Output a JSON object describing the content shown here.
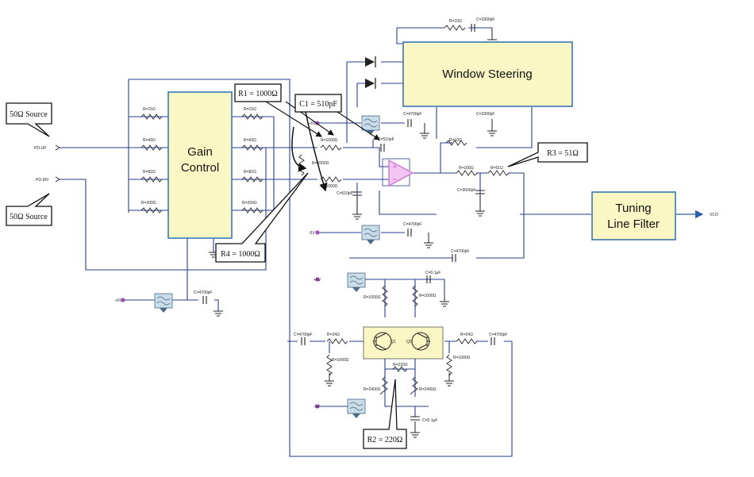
{
  "blocks": {
    "gain_control": [
      "Gain",
      "Control"
    ],
    "window_steering": "Window Steering",
    "tuning_line_filter": [
      "Tuning",
      "Line Filter"
    ]
  },
  "callouts": {
    "source_top": "50Ω Source",
    "source_bottom": "50Ω Source",
    "r1": "R1 = 1000Ω",
    "c1": "C1 = 510pF",
    "r3": "R3 = 51Ω",
    "r4": "R4 = 1000Ω",
    "r2": "R2 = 220Ω"
  },
  "ports": {
    "pd_up": "PD-UP",
    "pd_dn": "PD-DN",
    "vco": "VCO"
  },
  "supplies": {
    "plus5": "+5V",
    "minus5": "-5V"
  },
  "components": {
    "r15": "R=15Ω",
    "r43": "R=43Ω",
    "r82": "R=82Ω",
    "r200": "R=200Ω",
    "r1000": "R=1000Ω",
    "r10": "R=10Ω",
    "r51": "R=51Ω",
    "r24": "R=24Ω",
    "r220": "R=220Ω",
    "r2400": "R=2400Ω",
    "c4700": "C=4700pF",
    "c3300": "C=3300pF",
    "c510": "C=510pF",
    "c3500": "C=3500pF",
    "c01uf": "C=0.1μF"
  },
  "transistors": {
    "q1": "Q1",
    "q2": "Q2"
  },
  "colors": {
    "block_fill": "#fbf7c4",
    "block_border": "#2d6fb0",
    "wire": "#2a3f8f",
    "opamp": "#d27ad6",
    "supply_node": "#a050c0"
  }
}
